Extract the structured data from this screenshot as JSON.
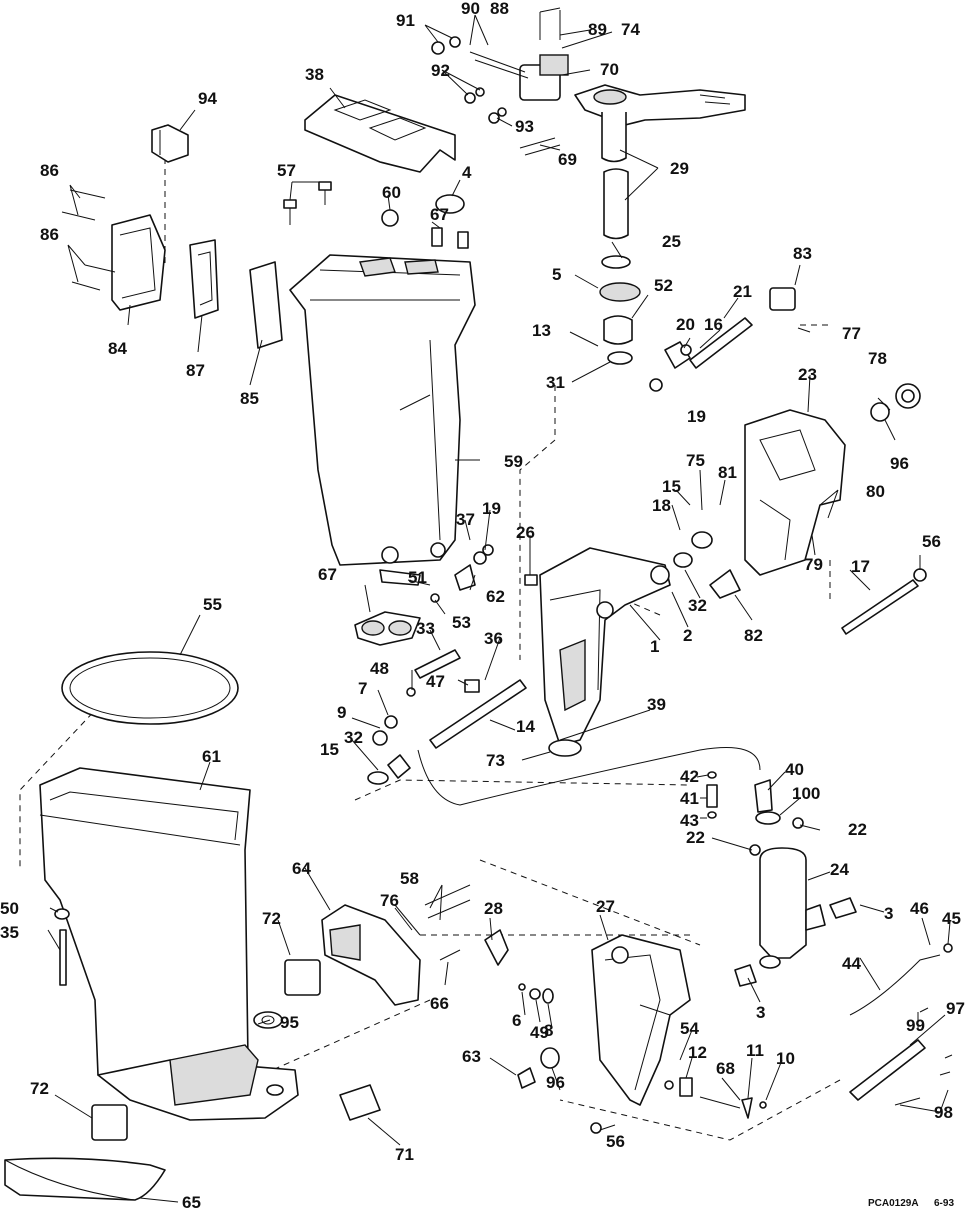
{
  "diagram": {
    "callouts": {
      "c91": "91",
      "c90": "90",
      "c88": "88",
      "c89": "89",
      "c74": "74",
      "c92": "92",
      "c70": "70",
      "c93": "93",
      "c69": "69",
      "c29": "29",
      "c38": "38",
      "c94": "94",
      "c86a": "86",
      "c86b": "86",
      "c84": "84",
      "c87": "87",
      "c85": "85",
      "c57": "57",
      "c60": "60",
      "c4": "4",
      "c67a": "67",
      "c25": "25",
      "c5": "5",
      "c52": "52",
      "c83": "83",
      "c21": "21",
      "c20": "20",
      "c16": "16",
      "c77": "77",
      "c13": "13",
      "c31": "31",
      "c19a": "19",
      "c78": "78",
      "c23": "23",
      "c96a": "96",
      "c59": "59",
      "c75": "75",
      "c81": "81",
      "c15a": "15",
      "c18": "18",
      "c80": "80",
      "c19b": "19",
      "c37": "37",
      "c26": "26",
      "c56a": "56",
      "c79": "79",
      "c17": "17",
      "c51": "51",
      "c62": "62",
      "c53": "53",
      "c67b": "67",
      "c55": "55",
      "c32a": "32",
      "c2": "2",
      "c82": "82",
      "c1": "1",
      "c33": "33",
      "c36": "36",
      "c48": "48",
      "c47": "47",
      "c7": "7",
      "c39": "39",
      "c9": "9",
      "c14": "14",
      "c32b": "32",
      "c73": "73",
      "c15b": "15",
      "c61": "61",
      "c42": "42",
      "c40": "40",
      "c41": "41",
      "c100": "100",
      "c43": "43",
      "c22a": "22",
      "c22b": "22",
      "c24": "24",
      "c64": "64",
      "c58": "58",
      "c50": "50",
      "c35": "35",
      "c72a": "72",
      "c76": "76",
      "c28": "28",
      "c27": "27",
      "c3a": "3",
      "c46": "46",
      "c45": "45",
      "c44": "44",
      "c3b": "3",
      "c66": "66",
      "c95": "95",
      "c6": "6",
      "c49": "49",
      "c8": "8",
      "c99": "99",
      "c97": "97",
      "c54": "54",
      "c12": "12",
      "c11": "11",
      "c10": "10",
      "c63": "63",
      "c68": "68",
      "c96b": "96",
      "c72b": "72",
      "c71": "71",
      "c56b": "56",
      "c98": "98",
      "c65": "65"
    },
    "footer": {
      "code": "PCA0129A",
      "date": "6-93"
    }
  }
}
